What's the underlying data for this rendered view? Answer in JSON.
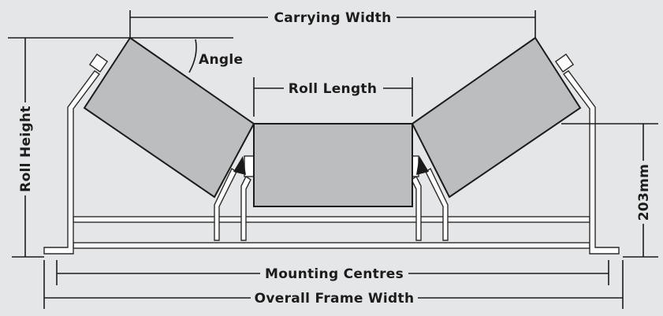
{
  "labels": {
    "carrying_width": "Carrying Width",
    "angle": "Angle",
    "roll_length": "Roll Length",
    "roll_height": "Roll Height",
    "side_height": "203mm",
    "mounting_centres": "Mounting Centres",
    "overall_frame_width": "Overall Frame Width"
  },
  "colors": {
    "background": "#e5e6e7",
    "roll_fill": "#bcbdbf",
    "line": "#1c1c1c",
    "frame_fill": "#ffffff"
  }
}
